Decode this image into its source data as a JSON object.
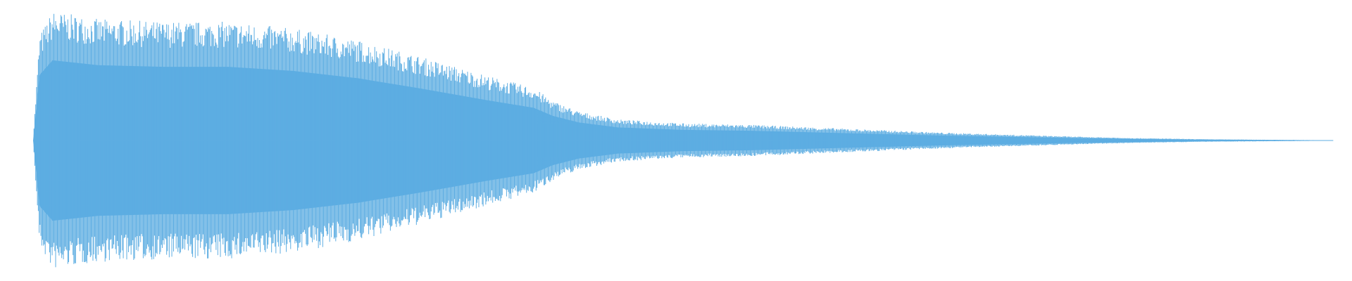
{
  "colors": {
    "background": "#ffffff",
    "waveform": "#5dade2"
  },
  "chart_data": {
    "type": "area",
    "title": "",
    "xlabel": "",
    "ylabel": "",
    "grid": false,
    "legend": "none",
    "ylim": [
      -1,
      1
    ],
    "xlim": [
      0,
      1
    ],
    "series": [
      {
        "values_description_free": true,
        "x": [
          0.0,
          0.005,
          0.015,
          0.05,
          0.1,
          0.15,
          0.2,
          0.25,
          0.3,
          0.35,
          0.385,
          0.4,
          0.42,
          0.45,
          0.5,
          0.55,
          0.6,
          0.65,
          0.7,
          0.75,
          0.8,
          0.85,
          0.9,
          0.95,
          1.0
        ],
        "upper": [
          0.0,
          0.8,
          0.98,
          0.92,
          0.9,
          0.9,
          0.85,
          0.76,
          0.63,
          0.49,
          0.4,
          0.3,
          0.22,
          0.16,
          0.13,
          0.12,
          0.1,
          0.08,
          0.06,
          0.045,
          0.03,
          0.018,
          0.01,
          0.006,
          0.002
        ],
        "lower": [
          0.0,
          -0.8,
          -0.98,
          -0.92,
          -0.9,
          -0.9,
          -0.85,
          -0.76,
          -0.63,
          -0.49,
          -0.4,
          -0.3,
          -0.22,
          -0.16,
          -0.13,
          -0.12,
          -0.1,
          -0.08,
          -0.06,
          -0.045,
          -0.03,
          -0.018,
          -0.01,
          -0.006,
          -0.002
        ]
      }
    ]
  }
}
